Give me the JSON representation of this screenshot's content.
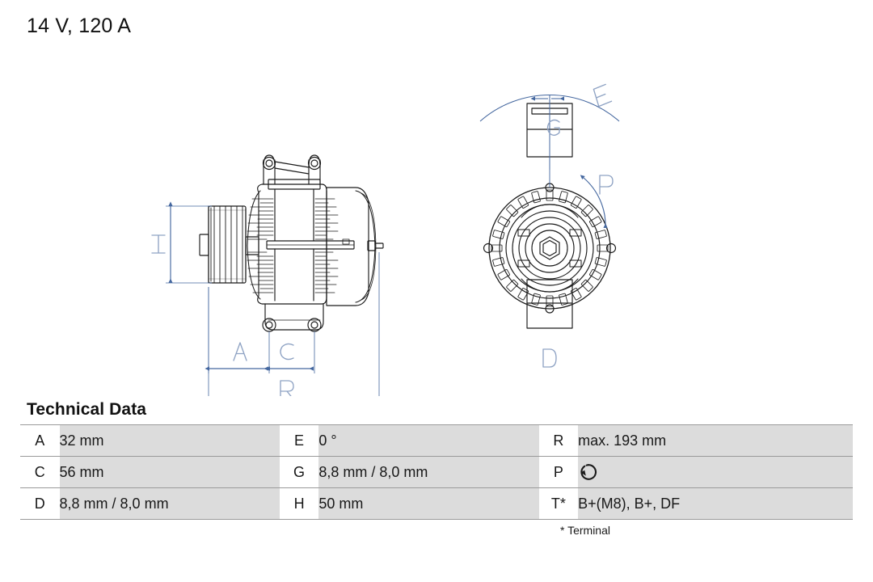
{
  "header": {
    "title": "14 V, 120 A"
  },
  "drawing": {
    "side_view_labels": [
      {
        "id": "H",
        "text": "H"
      },
      {
        "id": "A",
        "text": "A"
      },
      {
        "id": "C",
        "text": "C"
      },
      {
        "id": "R",
        "text": "R"
      }
    ],
    "end_view_labels": [
      {
        "id": "E",
        "text": "E"
      },
      {
        "id": "G",
        "text": "G"
      },
      {
        "id": "P",
        "text": "P"
      },
      {
        "id": "D",
        "text": "D"
      }
    ],
    "dimension_color": "#44679f",
    "label_color": "#8fa3c4",
    "outline_color": "#1a1a1a"
  },
  "tech": {
    "heading": "Technical Data",
    "footnote": "* Terminal",
    "rows": [
      {
        "col1_key": "A",
        "col1_value": "32 mm",
        "col2_key": "E",
        "col2_value": "0 °",
        "col3_key": "R",
        "col3_value": "max. 193 mm"
      },
      {
        "col1_key": "C",
        "col1_value": "56 mm",
        "col2_key": "G",
        "col2_value": "8,8 mm / 8,0 mm",
        "col3_key": "P",
        "col3_value": "rotation-ccw-icon"
      },
      {
        "col1_key": "D",
        "col1_value": "8,8 mm / 8,0 mm",
        "col2_key": "H",
        "col2_value": "50 mm",
        "col3_key": "T*",
        "col3_value": "B+(M8), B+, DF"
      }
    ]
  }
}
